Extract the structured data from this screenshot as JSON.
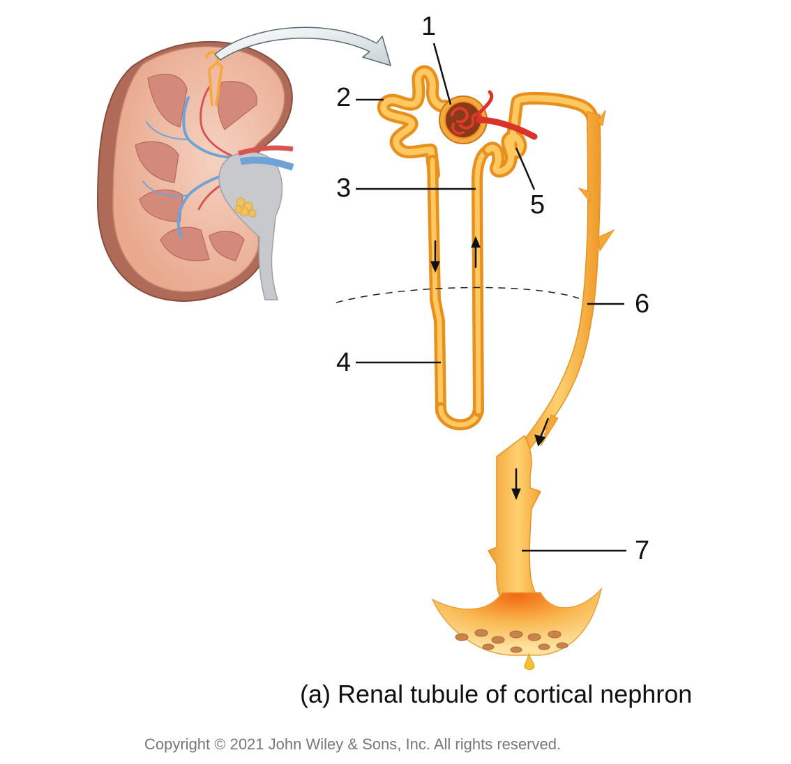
{
  "labels": [
    "1",
    "2",
    "3",
    "4",
    "5",
    "6",
    "7"
  ],
  "caption": "(a) Renal tubule of cortical nephron",
  "copyright": "Copyright © 2021 John Wiley & Sons, Inc. All rights reserved.",
  "colors": {
    "tubule": "#f7a940",
    "tubule_dark": "#e8901e",
    "tubule_light": "#ffd27a",
    "kidney_tissue": "#f3c1aa",
    "kidney_capsule": "#b26a55",
    "pyramid": "#d99080",
    "vein": "#6fa3d8",
    "artery": "#d9534f",
    "glomerulus": "#d83a2c"
  }
}
